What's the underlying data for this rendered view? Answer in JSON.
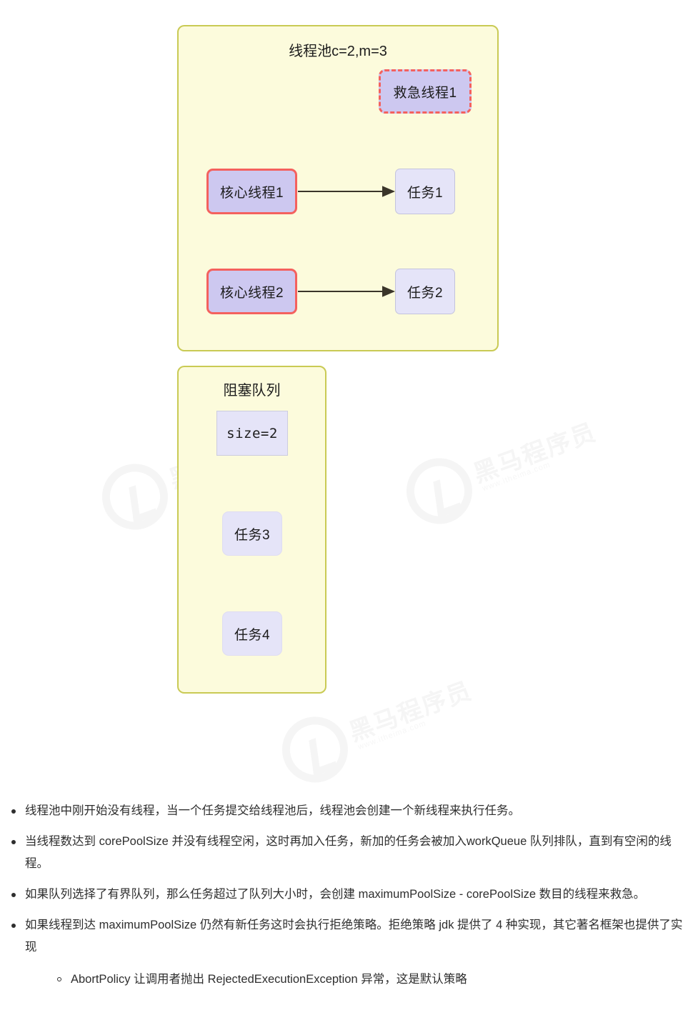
{
  "diagram": {
    "pool": {
      "title": "线程池c=2,m=3",
      "rescue_thread": "救急线程1",
      "core_threads": [
        "核心线程1",
        "核心线程2"
      ],
      "tasks": [
        "任务1",
        "任务2"
      ]
    },
    "queue": {
      "title": "阻塞队列",
      "size_label": "size=2",
      "tasks": [
        "任务3",
        "任务4"
      ]
    },
    "colors": {
      "container_fill": "#fcfbdc",
      "container_border": "#c9ca54",
      "thread_fill": "#cdc8f0",
      "thread_border": "#f4615e",
      "task_fill": "#e5e4f8",
      "task_border": "#c3c3dd",
      "arrow": "#3a352a"
    }
  },
  "watermark": {
    "text": "黑马程序员",
    "sub": "www.itheima.com"
  },
  "notes": {
    "items": [
      "线程池中刚开始没有线程，当一个任务提交给线程池后，线程池会创建一个新线程来执行任务。",
      "当线程数达到 corePoolSize 并没有线程空闲，这时再加入任务，新加的任务会被加入workQueue 队列排队，直到有空闲的线程。",
      "如果队列选择了有界队列，那么任务超过了队列大小时，会创建 maximumPoolSize - corePoolSize 数目的线程来救急。",
      "如果线程到达 maximumPoolSize 仍然有新任务这时会执行拒绝策略。拒绝策略 jdk 提供了 4 种实现，其它著名框架也提供了实现"
    ],
    "sub_items": [
      "AbortPolicy 让调用者抛出 RejectedExecutionException 异常，这是默认策略"
    ]
  }
}
